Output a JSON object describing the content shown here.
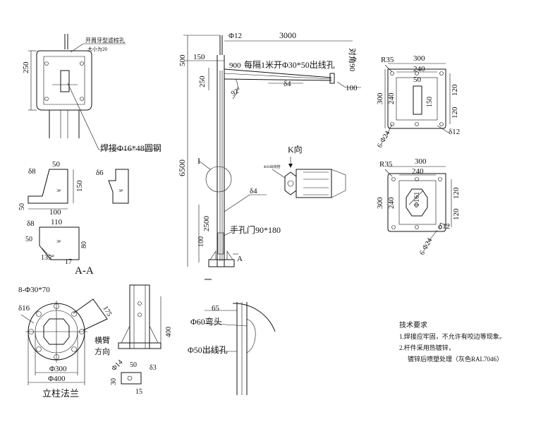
{
  "pole_elevation": {
    "dim_top_rod": "Φ12",
    "dim_arm_length": "3000",
    "dim_500": "500",
    "dim_150": "150",
    "dim_900": "900",
    "arm_note": "每隔1米开Φ30*50出线孔",
    "dim_corner": "对角90",
    "dim_100": "100",
    "dim_250": "250",
    "plate_thick_arm": "δ4",
    "angle": "92°",
    "detail_mark": "I",
    "dim_height": "6500",
    "plate_thick_pole": "δ4",
    "dim_2500": "2500",
    "handhole": "手孔门90*180",
    "dim_100_low": "100",
    "section_mark": "A"
  },
  "top_detail": {
    "dim_250": "250",
    "note_top": "开周牙型滤棕孔",
    "note_top2": "大小为20",
    "weld_note": "焊接Φ16*48圆钢"
  },
  "rib_plates": {
    "p1_thick": "δ8",
    "p1_dim_top": "50",
    "p1_dim_h": "150",
    "p1_dim_left": "50",
    "p1_dim_bottom": "100",
    "p2_thick": "δ6",
    "p3_thick": "δ8",
    "p3_dim_top": "110",
    "p3_dim_left": "50",
    "p3_dim_right": "80",
    "p3_angle": "135°",
    "p3_dim_17": "17",
    "aa_label": "A-A"
  },
  "column_flange": {
    "holes": "8-Φ30*70",
    "thick": "δ16",
    "dim_175": "175",
    "arm_dir_1": "横臂",
    "arm_dir_2": "方向",
    "dim_inner": "Φ300",
    "dim_outer": "Φ400",
    "caption": "立柱法兰"
  },
  "base_detail": {
    "dim_400": "400",
    "dim_phi14": "Φ14",
    "dim_50": "50",
    "dim_delta3": "δ3",
    "dim_30": "30",
    "dim_15": "15"
  },
  "hole_detail": {
    "dim_65": "65",
    "elbow": "Φ60弯头",
    "outlet": "Φ50出线孔"
  },
  "k_view": {
    "label": "K向",
    "small_note": "Φ50出线管"
  },
  "plate_top": {
    "radius": "R35",
    "dim_300": "300",
    "dim_240": "240",
    "dim_50": "50",
    "dim_150": "150",
    "dim_300_v": "300",
    "dim_240_v": "240",
    "dim_120": "120",
    "dim_120b": "120",
    "holes": "6-Φ24",
    "thick": "δ12"
  },
  "plate_bottom": {
    "radius": "R35",
    "dim_300": "300",
    "dim_240": "240",
    "dim_300_v": "300",
    "dim_240_v": "240",
    "dim_120": "120",
    "dim_120b": "120",
    "inner_dim": "Φ161",
    "holes": "6-Φ24",
    "thick": "δ12"
  },
  "tech_notes": {
    "title": "技术要求",
    "line1": "1.焊接应牢固，不允许有咬边等现象。",
    "line2": "2.杆件采用热镀锌，",
    "line3": "镀锌后喷塑处理（灰色RAL7046）"
  }
}
